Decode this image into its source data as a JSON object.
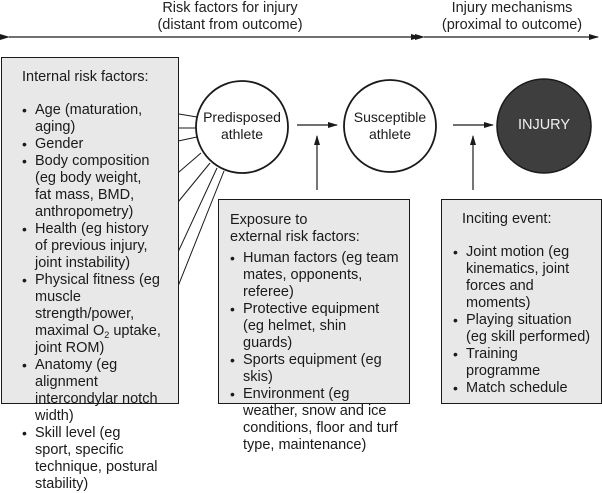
{
  "headers": {
    "risk_factors": {
      "line1": "Risk factors for injury",
      "line2": "(distant from outcome)"
    },
    "injury_mechanisms": {
      "line1": "Injury mechanisms",
      "line2": "(proximal to outcome)"
    }
  },
  "nodes": {
    "predisposed": {
      "line1": "Predisposed",
      "line2": "athlete"
    },
    "susceptible": {
      "line1": "Susceptible",
      "line2": "athlete"
    },
    "injury": {
      "label": "INJURY"
    }
  },
  "internal_box": {
    "title": "Internal risk factors:",
    "items": [
      "Age (maturation, aging)",
      "Gender",
      "Body composition (eg body weight, fat mass, BMD, anthropometry)",
      "Health (eg history of previous injury, joint instability)",
      {
        "pre": "Physical fitness (eg muscle strength/power, maximal O",
        "sub": "2",
        "post": " uptake, joint ROM)"
      },
      "Anatomy (eg alignment intercondylar notch width)",
      "Skill level (eg sport, specific technique, postural stability)"
    ]
  },
  "external_box": {
    "title": "Exposure to external risk factors:",
    "items": [
      "Human factors (eg team mates, opponents, referee)",
      "Protective equipment (eg helmet, shin guards)",
      "Sports equipment (eg skis)",
      "Environment (eg weather, snow and ice conditions, floor and turf type, maintenance)"
    ]
  },
  "inciting_box": {
    "title": "Inciting event:",
    "items": [
      "Joint motion (eg kinematics, joint forces and moments)",
      "Playing situation (eg skill performed)",
      "Training programme",
      "Match schedule"
    ]
  },
  "colors": {
    "box_fill": "#e8e8e8",
    "injury_fill": "#3e3e3e",
    "injury_text": "#f0f0f0",
    "line": "#1a1a1a"
  }
}
